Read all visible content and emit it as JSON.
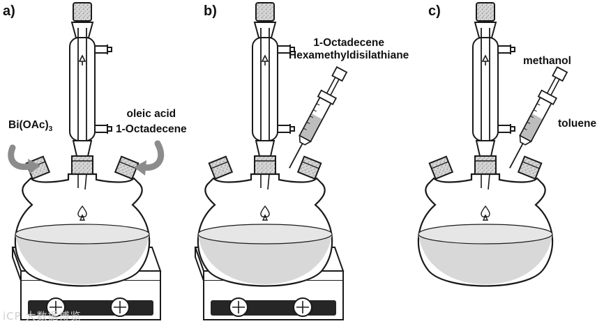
{
  "panels": [
    {
      "letter": "a)",
      "reagents_left": "Bi(OAc)",
      "reagents_left_sub": "3",
      "reagents_right": [
        "oleic acid",
        "1-Octadecene"
      ]
    },
    {
      "letter": "b)",
      "reagents_right": [
        "1-Octadecene",
        "Hexamethyldisilathiane"
      ]
    },
    {
      "letter": "c)",
      "reagents_right_top": "methanol",
      "reagents_right_bottom": "toluene"
    }
  ],
  "watermark": "iCP 大数据博览",
  "colors": {
    "line": "#1a1a1a",
    "glass_fill": "#ffffff",
    "liquid": "#d8d8d8",
    "stopper": "#c9c9c9",
    "hotplate_base": "#262626",
    "arrow": "#8c8c8c"
  }
}
